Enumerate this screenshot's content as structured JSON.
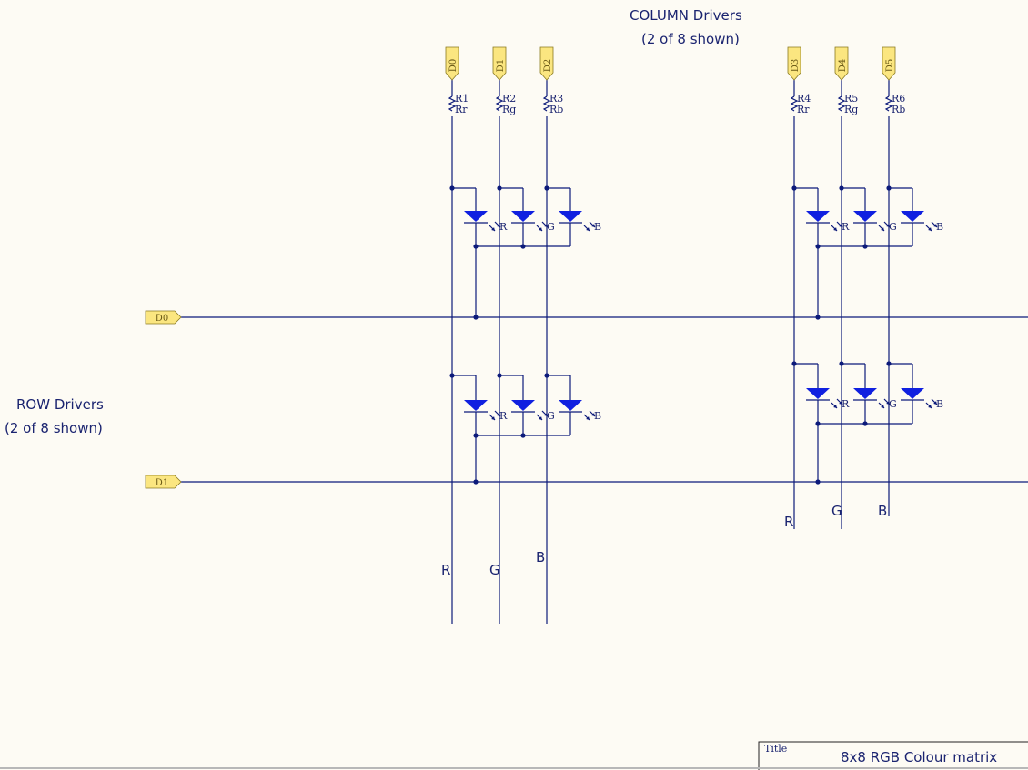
{
  "notes": {
    "column_title": "COLUMN Drivers",
    "column_subtitle": "(2 of 8 shown)",
    "row_title": "ROW Drivers",
    "row_subtitle": "(2 of 8 shown)"
  },
  "column_ports": [
    {
      "label": "D0",
      "resistor": "R1",
      "value": "Rr",
      "channel": "R"
    },
    {
      "label": "D1",
      "resistor": "R2",
      "value": "Rg",
      "channel": "G"
    },
    {
      "label": "D2",
      "resistor": "R3",
      "value": "Rb",
      "channel": "B"
    },
    {
      "label": "D3",
      "resistor": "R4",
      "value": "Rr",
      "channel": "R"
    },
    {
      "label": "D4",
      "resistor": "R5",
      "value": "Rg",
      "channel": "G"
    },
    {
      "label": "D5",
      "resistor": "R6",
      "value": "Rb",
      "channel": "B"
    }
  ],
  "row_ports": [
    {
      "label": "D0"
    },
    {
      "label": "D1"
    }
  ],
  "led_labels": [
    "R",
    "G",
    "B"
  ],
  "bus_labels": [
    "R",
    "G",
    "B"
  ],
  "title_block": {
    "label": "Title",
    "value": "8x8 RGB Colour matrix"
  },
  "colors": {
    "background": "#fdfbf4",
    "wire": "#0c1a7a",
    "led_fill": "#1020e0",
    "port_fill": "#fbe680",
    "text": "#1b2470"
  }
}
